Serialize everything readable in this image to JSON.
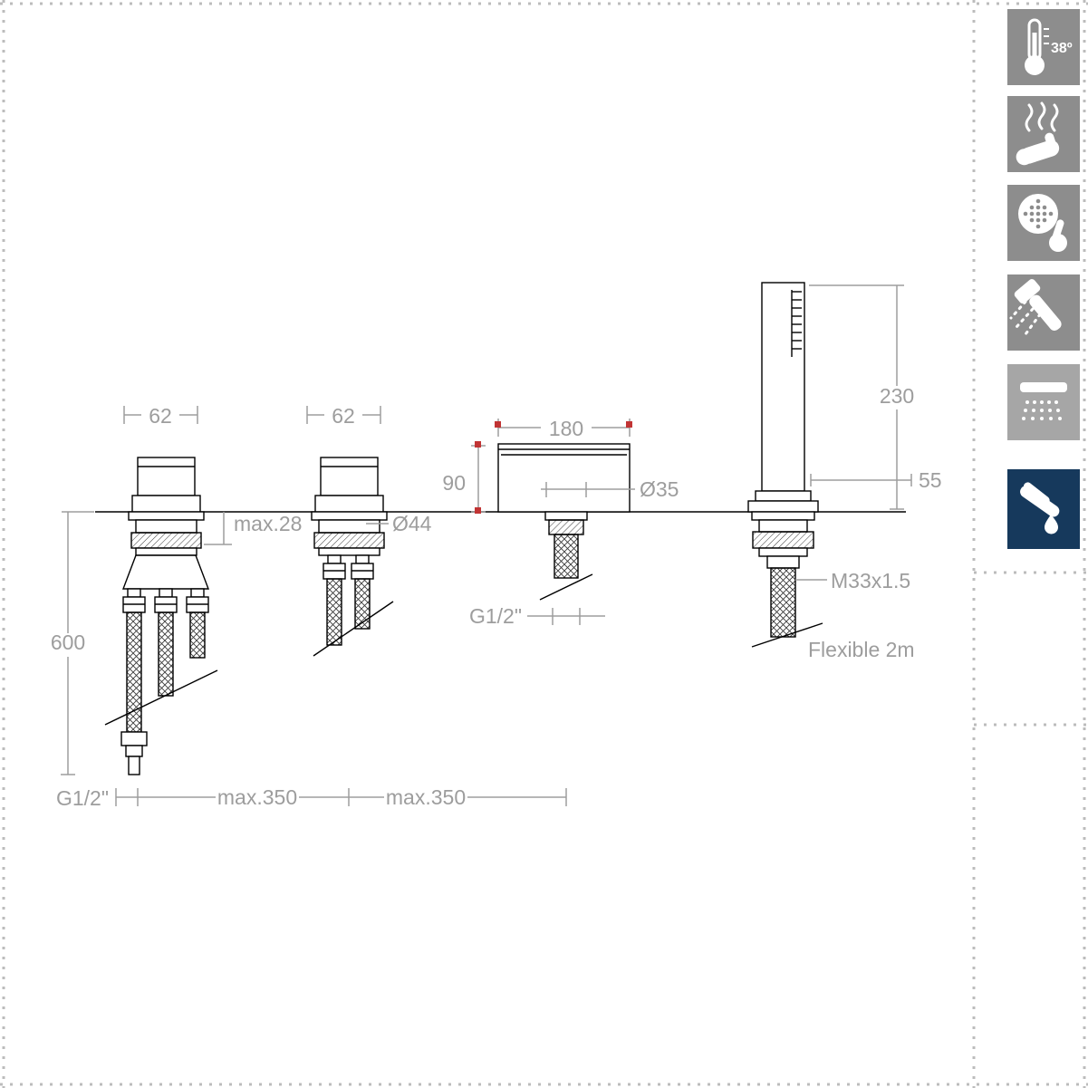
{
  "page": {
    "background": "#ffffff",
    "line_color": "#000000",
    "dim_color": "#9d9d9d",
    "red_mark_color": "#c13434",
    "dotted_border_color": "#bcbcbc",
    "icon_gray": "#8d8d8d",
    "icon_gray_light": "#a6a6a6",
    "icon_blue": "#16395c"
  },
  "dims": {
    "valve1_width": "62",
    "valve2_width": "62",
    "spout_width": "180",
    "spout_height": "90",
    "handshower_height": "230",
    "handshower_offset": "55",
    "deck_thickness": "max.28",
    "valve_body_dia": "Ø44",
    "spout_shank_dia": "Ø35",
    "shank_thread": "M33x1.5",
    "spout_connection": "G1/2\"",
    "hose_label": "Flexible 2m",
    "hose_drop": "600",
    "inlet_connection": "G1/2\"",
    "spacing_left": "max.350",
    "spacing_right": "max.350"
  },
  "sidebar": {
    "icons": [
      {
        "name": "thermometer-38-icon",
        "label": "38º"
      },
      {
        "name": "steam-hand-icon"
      },
      {
        "name": "shower-head-touch-icon"
      },
      {
        "name": "hand-shower-icon"
      },
      {
        "name": "rain-shower-icon"
      },
      {
        "name": "shower-arm-drop-icon"
      }
    ]
  }
}
